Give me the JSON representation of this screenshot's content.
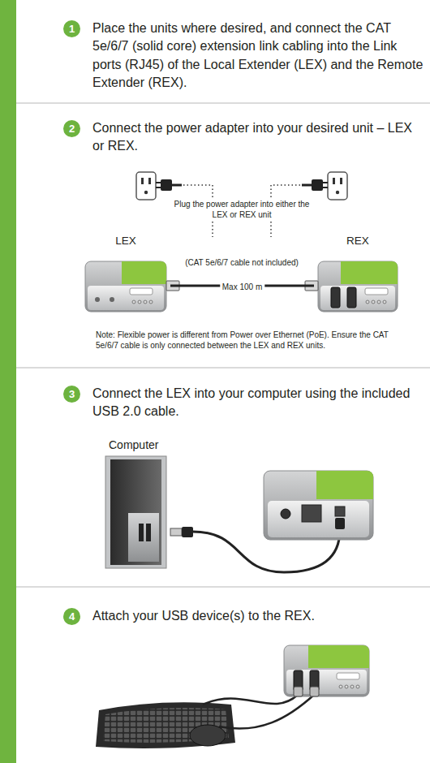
{
  "diagram": {
    "nodes": [
      {
        "text": [
          "1"
        ]
      },
      {
        "text": [
          "2"
        ]
      },
      {
        "text": [
          "LEX"
        ]
      },
      {
        "text": [
          "REX"
        ]
      },
      {
        "text": [
          "3"
        ]
      },
      {
        "text": [
          "Computer"
        ]
      },
      {
        "text": [
          "4"
        ]
      }
    ],
    "edges": [
      {
        "from": 2,
        "to": 3,
        "arrow": "none",
        "label": "Max 100 m"
      }
    ],
    "labels": [
      "Place the units where desired, and connect the CAT 5e/6/7 (solid core) extension link cabling into the Link ports (RJ45) of the Local Extender (LEX) and the Remote Extender (REX).",
      "Connect the power adapter into your desired unit – LEX or REX.",
      "Plug the power adapter into either the LEX or REX unit",
      "(CAT 5e/6/7 cable not included)",
      "Note: Flexible power is different from Power over Ethernet (PoE). Ensure the CAT 5e/6/7 cable is only connected between the LEX and REX units.",
      "Connect the LEX into your computer using the included USB 2.0 cable.",
      "Attach your USB device(s) to the REX."
    ]
  }
}
